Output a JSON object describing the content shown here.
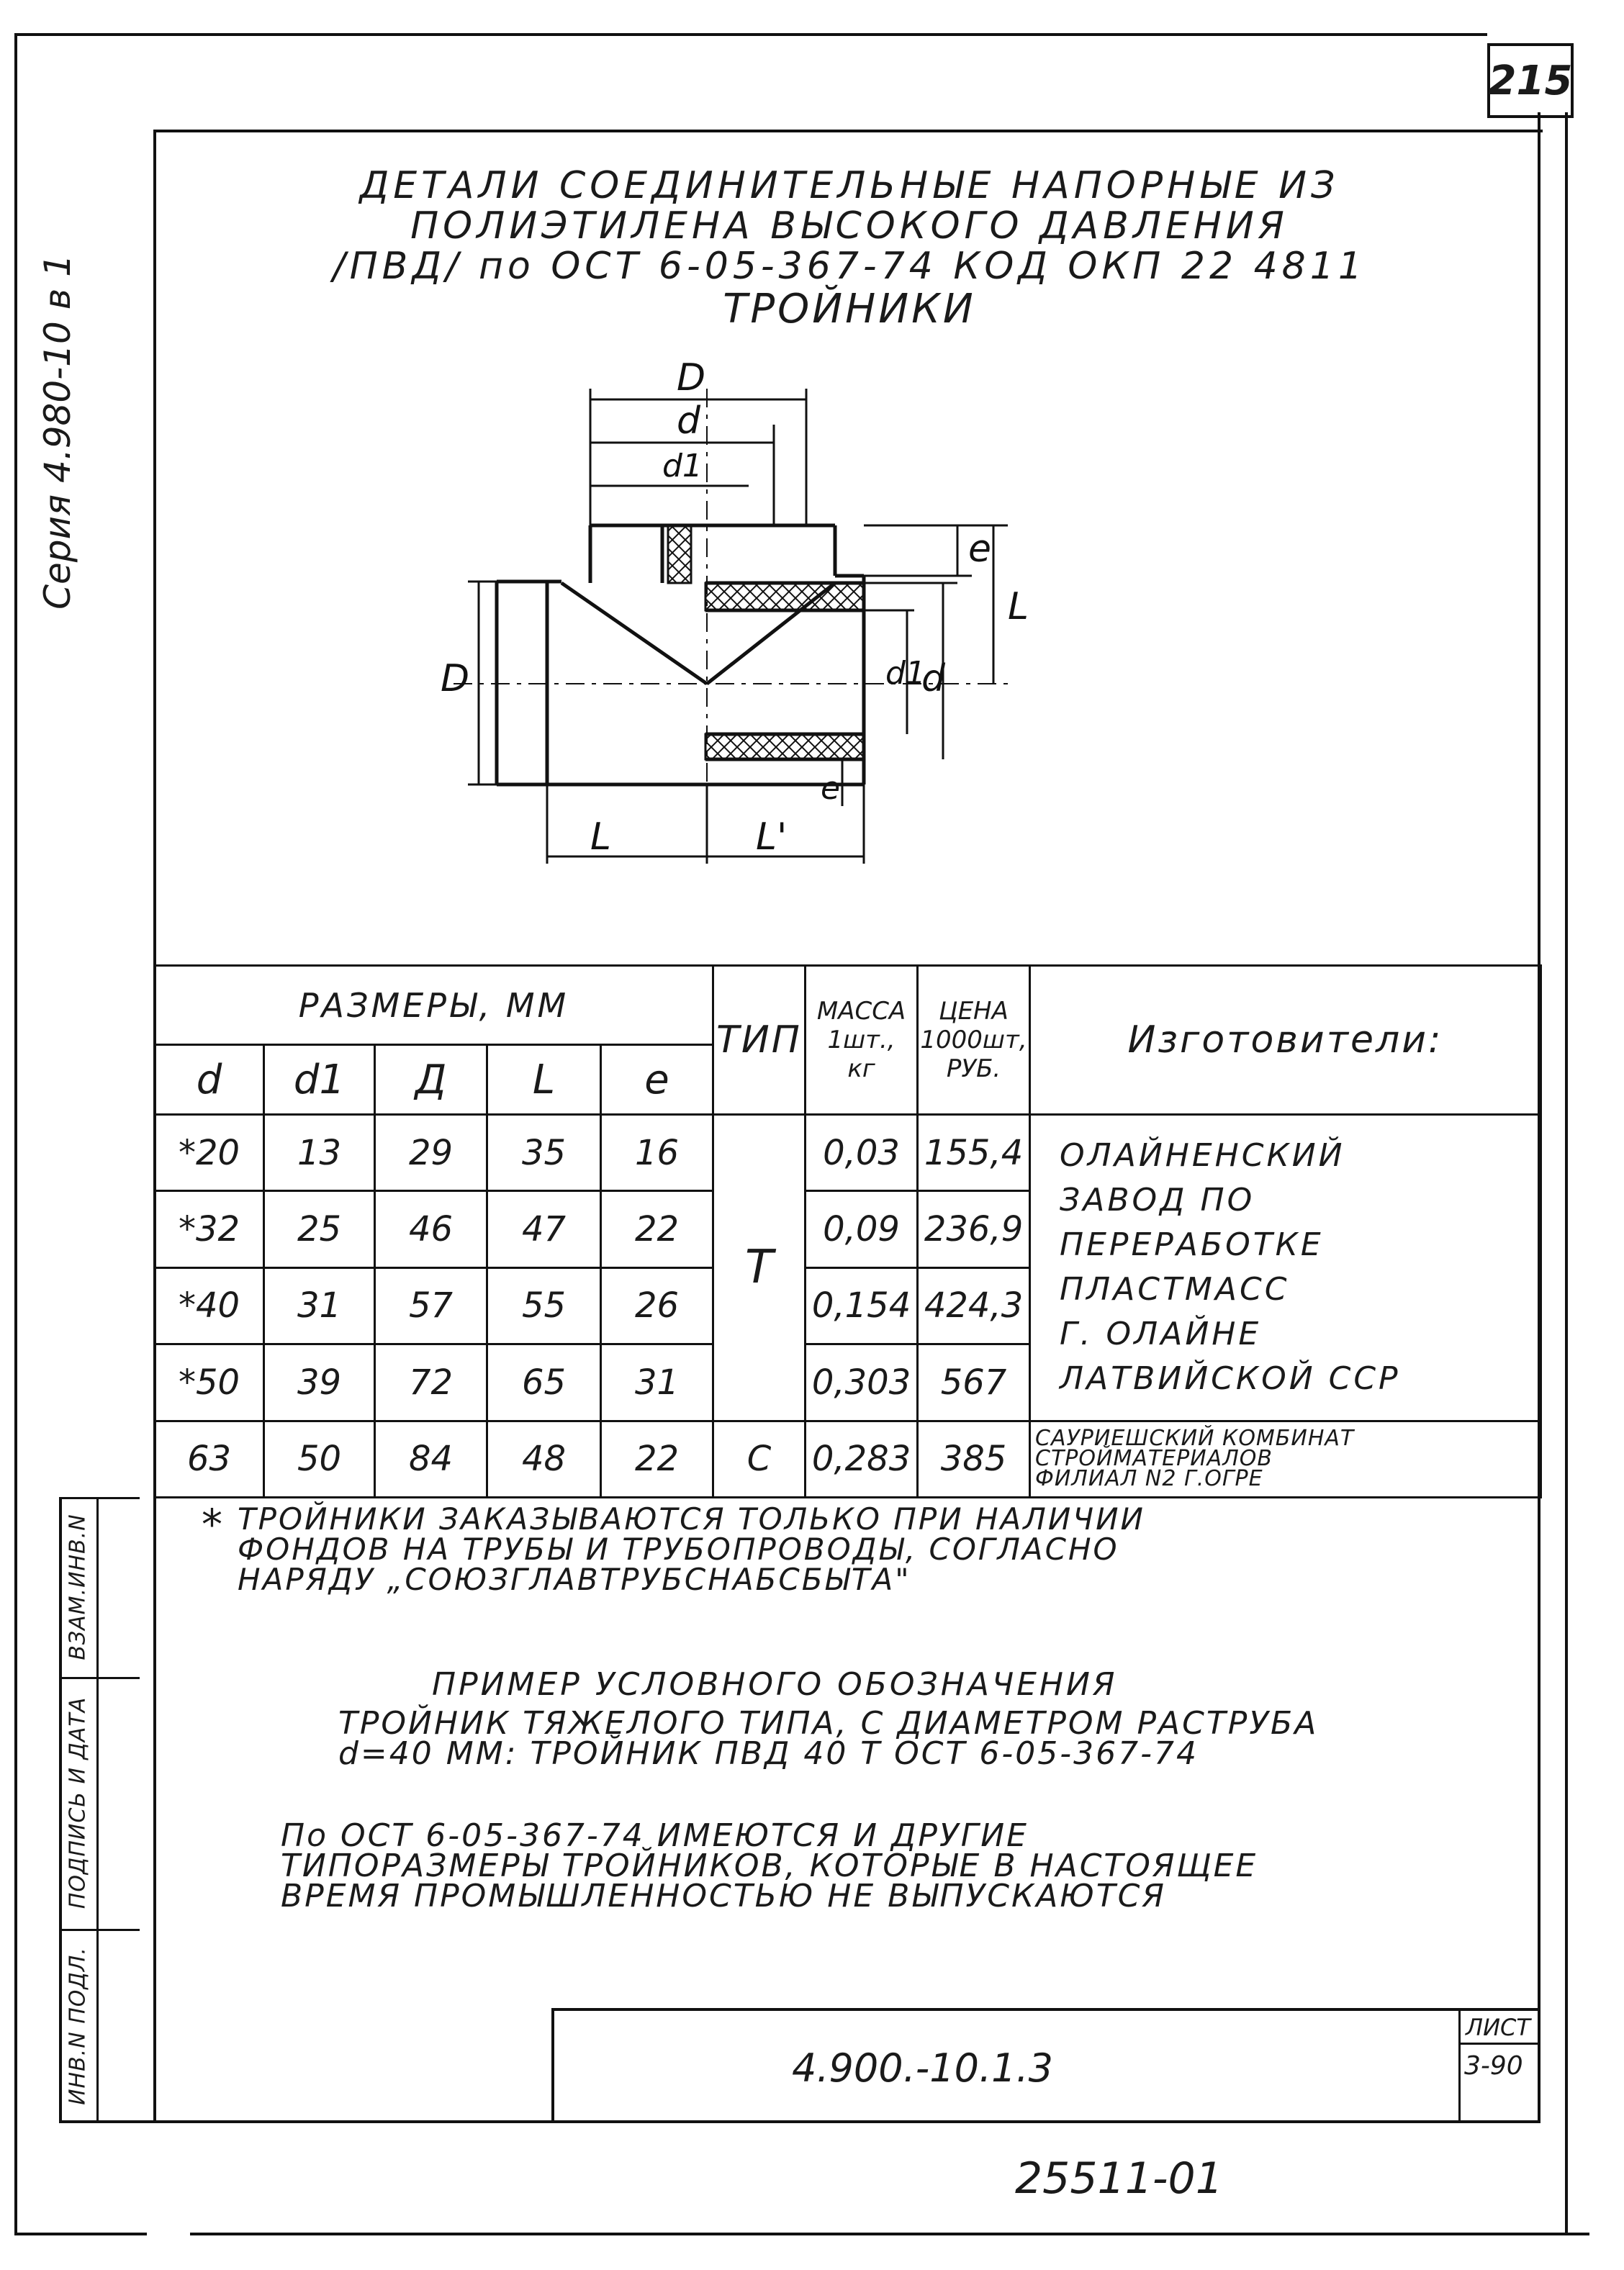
{
  "page_number": "215",
  "series_label": "Серия 4.980-10 в 1",
  "title": {
    "lines": [
      "ДЕТАЛИ СОЕДИНИТЕЛЬНЫЕ НАПОРНЫЕ ИЗ",
      "ПОЛИЭТИЛЕНА ВЫСОКОГО ДАВЛЕНИЯ",
      "/ПВД/ по ОСТ 6-05-367-74 КОД ОКП 22 4811"
    ],
    "subtitle": "ТРОЙНИКИ"
  },
  "drawing_labels": {
    "D_top": "D",
    "d_top": "d",
    "d1_top": "d1",
    "e_right": "e",
    "L_right": "L",
    "d1_right": "d1",
    "d_right": "d",
    "D_left": "D",
    "e_bottom": "e",
    "L_bottom": "L",
    "L1_bottom": "L'"
  },
  "table": {
    "group_header": "РАЗМЕРЫ, ММ",
    "columns": [
      "d",
      "d1",
      "Д",
      "L",
      "e"
    ],
    "tip_header": "ТИП",
    "mass_header": [
      "МАССА",
      "1шт.,",
      "кг"
    ],
    "price_header": [
      "ЦЕНА",
      "1000шт,",
      "РУБ."
    ],
    "manufacturers_header": "Изготовители:",
    "rows": [
      {
        "d": "*20",
        "d1": "13",
        "D": "29",
        "L": "35",
        "e": "16",
        "mass": "0,03",
        "price": "155,4"
      },
      {
        "d": "*32",
        "d1": "25",
        "D": "46",
        "L": "47",
        "e": "22",
        "mass": "0,09",
        "price": "236,9"
      },
      {
        "d": "*40",
        "d1": "31",
        "D": "57",
        "L": "55",
        "e": "26",
        "mass": "0,154",
        "price": "424,3"
      },
      {
        "d": "*50",
        "d1": "39",
        "D": "72",
        "L": "65",
        "e": "31",
        "mass": "0,303",
        "price": "567"
      },
      {
        "d": "63",
        "d1": "50",
        "D": "84",
        "L": "48",
        "e": "22",
        "type": "С",
        "mass": "0,283",
        "price": "385"
      }
    ],
    "type_T": "Т",
    "manufacturer_main": [
      "ОЛАЙНЕНСКИЙ",
      "ЗАВОД ПО",
      "ПЕРЕРАБОТКЕ",
      "ПЛАСТМАСС",
      "Г. ОЛАЙНЕ",
      "ЛАТВИЙСКОЙ ССР"
    ],
    "manufacturer_second": [
      "САУРИЕШСКИЙ КОМБИНАТ",
      "СТРОЙМАТЕРИАЛОВ",
      "ФИЛИАЛ N2 Г.ОГРЕ"
    ]
  },
  "note": {
    "star": "*",
    "lines": [
      "ТРОЙНИКИ ЗАКАЗЫВАЮТСЯ ТОЛЬКО ПРИ НАЛИЧИИ",
      "ФОНДОВ НА ТРУБЫ И ТРУБОПРОВОДЫ, СОГЛАСНО",
      "НАРЯДУ „СОЮЗГЛАВТРУБСНАБСБЫТА\""
    ]
  },
  "example": {
    "heading": "ПРИМЕР УСЛОВНОГО ОБОЗНАЧЕНИЯ",
    "lines": [
      "ТРОЙНИК ТЯЖЕЛОГО ТИПА, С ДИАМЕТРОМ РАСТРУБА",
      "d=40 ММ: ТРОЙНИК ПВД 40 Т ОСТ 6-05-367-74"
    ]
  },
  "other_note": [
    "По ОСТ 6-05-367-74 ИМЕЮТСЯ И ДРУГИЕ",
    "ТИПОРАЗМЕРЫ ТРОЙНИКОВ, КОТОРЫЕ В НАСТОЯЩЕЕ",
    "ВРЕМЯ ПРОМЫШЛЕННОСТЬЮ НЕ ВЫПУСКАЮТСЯ"
  ],
  "side_stamp": {
    "vzam": "ВЗАМ.ИНВ.N",
    "podpis": "ПОДПИСЬ И ДАТА",
    "inv": "ИНВ.N ПОДЛ."
  },
  "stamp": {
    "code": "4.900.-10.1.3",
    "sheet_label": "ЛИСТ",
    "sheet_number": "3-90"
  },
  "bottom_number": "25511-01"
}
